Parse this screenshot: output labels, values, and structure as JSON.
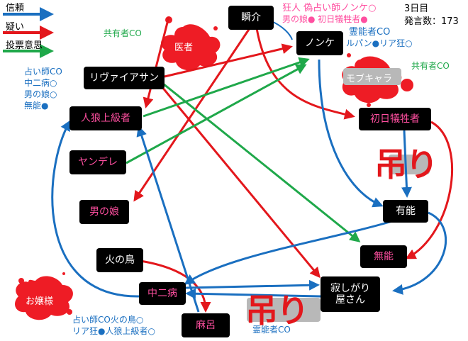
{
  "legend": {
    "trust": "信頼",
    "suspect": "疑い",
    "vote": "投票意思"
  },
  "colors": {
    "trust": "#1a6fc0",
    "suspect": "#e3171c",
    "vote": "#1fa84a",
    "splat": "#ee1c25",
    "node_bg": "#000000",
    "pink": "#ff4fa0"
  },
  "status": {
    "day": "3日目",
    "posts": "発言数：173"
  },
  "nodes": {
    "shunsuke": "瞬介",
    "nonke": "ノンケ",
    "leviathan": "リヴァイアサン",
    "jinrou_joukyuusha": "人狼上級者",
    "yandere": "ヤンデレ",
    "otokonoko": "男の娘",
    "shoniti_giseisha": "初日犠牲者",
    "yuunou": "有能",
    "hinotori": "火の鳥",
    "munou": "無能",
    "chuunibyou": "中二病",
    "sabishigariya_line1": "寂しがり",
    "sabishigariya_line2": "屋さん",
    "maro": "麻呂"
  },
  "splats": {
    "ishi": "医者",
    "mobchara": "モブキャラ",
    "ojousama": "お嬢様"
  },
  "notes": {
    "kyouyuusha_co_left": "共有者CO",
    "kyouyuusha_co_right": "共有者CO",
    "kyoujin_line1": "狂人 偽占い師ノンケ○",
    "kyoujin_line2": "男の娘● 初日犠牲者●",
    "reinousha_co": "霊能者CO",
    "rupan_line": "ルパン●リア狂○",
    "leviathan_uranai_co": "占い師CO",
    "leviathan_chuuni": "中二病○",
    "leviathan_otokonoko": "男の娘○",
    "leviathan_munou": "無能●",
    "bottom_line1": "占い師CO火の鳥○",
    "bottom_line2": "リア狂●人狼上級者○",
    "bottom_reinousha": "霊能者CO"
  },
  "hanged": {
    "first": "吊り",
    "second": "吊り"
  },
  "edges": [
    {
      "type": "suspect",
      "from": "shunsuke",
      "to": "otokonoko"
    },
    {
      "type": "suspect",
      "from": "shunsuke",
      "to": "shoniti_giseisha"
    },
    {
      "type": "suspect",
      "from": "leviathan",
      "to": "nonke"
    },
    {
      "type": "suspect",
      "from": "leviathan",
      "to": "sabishigariya"
    },
    {
      "type": "suspect",
      "from": "ishi",
      "to": "jinrou_joukyuusha"
    },
    {
      "type": "suspect",
      "from": "shoniti_giseisha",
      "to": "munou"
    },
    {
      "type": "suspect",
      "from": "hinotori",
      "to": "maro"
    },
    {
      "type": "vote",
      "from": "leviathan",
      "to": "munou"
    },
    {
      "type": "vote",
      "from": "yandere",
      "to": "nonke"
    },
    {
      "type": "vote",
      "from": "jinrou_joukyuusha",
      "to": "nonke"
    },
    {
      "type": "trust",
      "from": "nonke",
      "to": "yuunou"
    },
    {
      "type": "trust",
      "from": "shoniti_giseisha",
      "to": "yuunou"
    },
    {
      "type": "trust",
      "from": "yuunou",
      "to": "sabishigariya"
    },
    {
      "type": "trust",
      "from": "yuunou",
      "to": "chuunibyou"
    },
    {
      "type": "trust",
      "from": "chuunibyou",
      "to": "jinrou_joukyuusha"
    },
    {
      "type": "trust",
      "from": "sabishigariya",
      "to": "chuunibyou"
    },
    {
      "type": "trust",
      "from": "chuunibyou",
      "to": "sabishigariya"
    },
    {
      "type": "trust",
      "from": "maro",
      "to": "jinrou_joukyuusha"
    },
    {
      "type": "trust",
      "from": "shunsuke",
      "to": "nonke"
    }
  ]
}
